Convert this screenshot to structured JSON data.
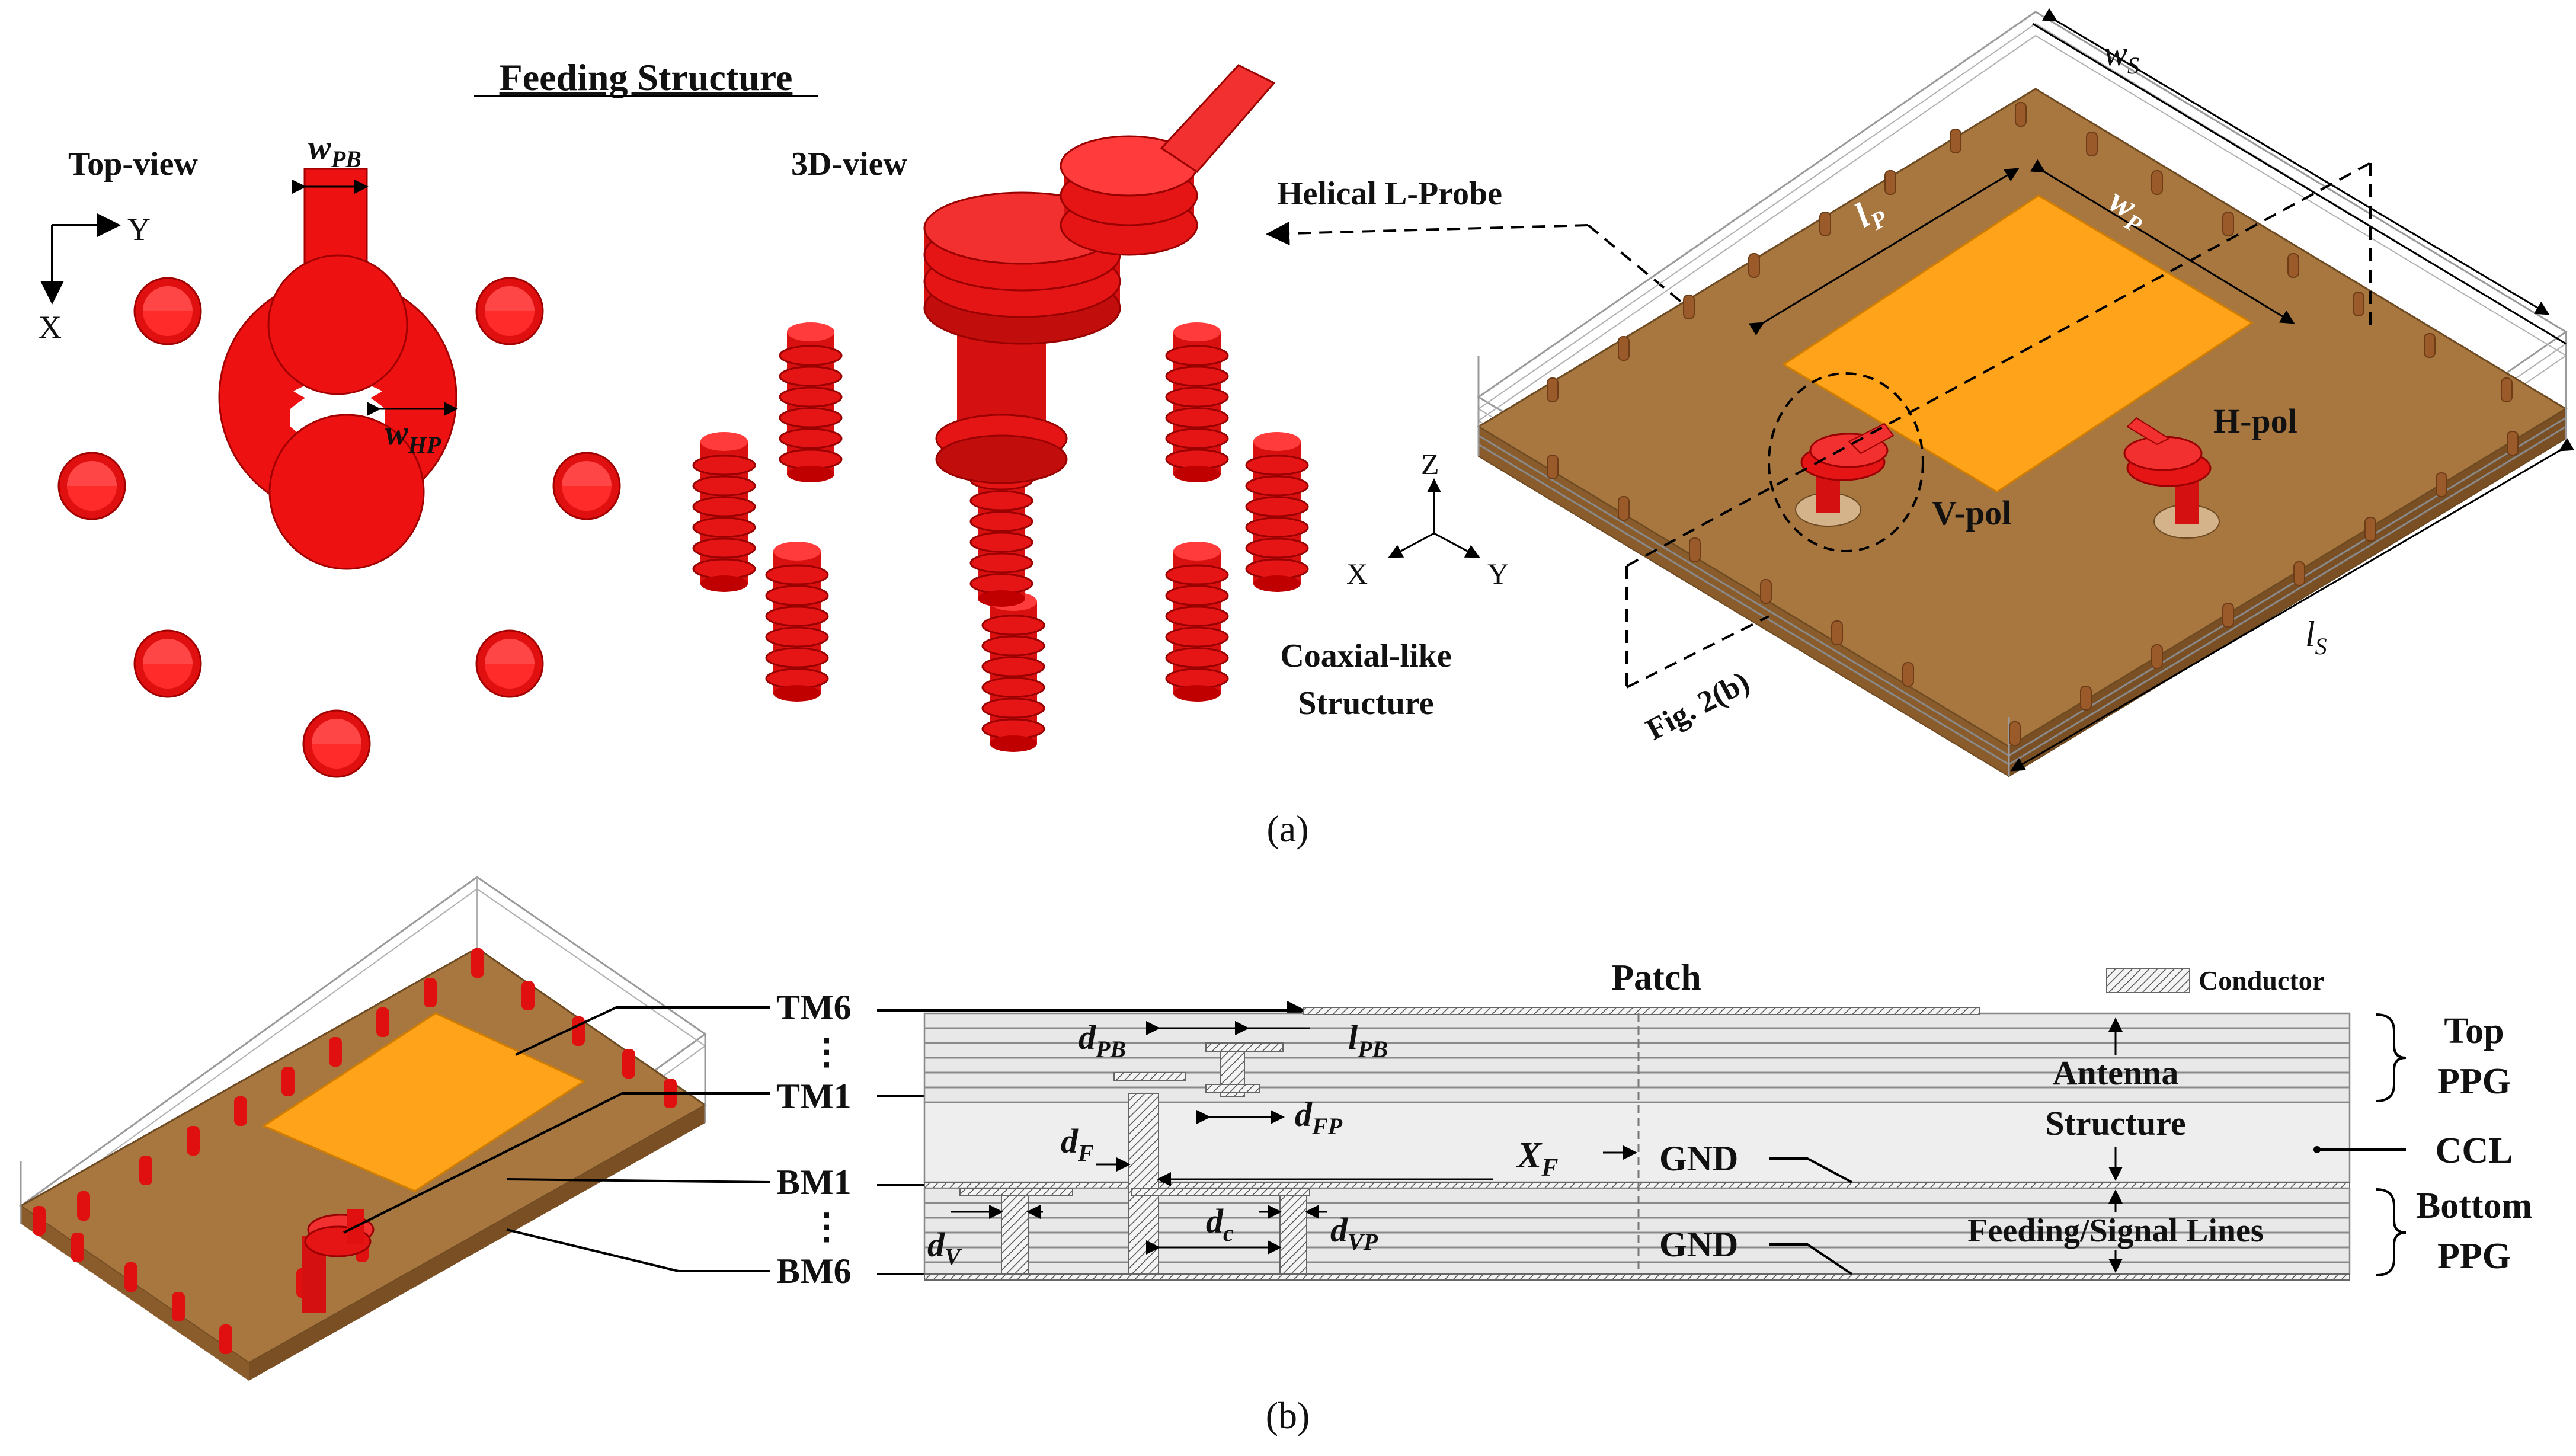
{
  "panel_a": {
    "title": "Feeding Structure",
    "top_view": "Top-view",
    "view_3d": "3D-view",
    "helical_probe": "Helical L-Probe",
    "coaxial_1": "Coaxial-like",
    "coaxial_2": "Structure",
    "w_pb": "w",
    "w_pb_sub": "PB",
    "w_hp": "w",
    "w_hp_sub": "HP",
    "axis_y": "Y",
    "axis_x": "X",
    "axis3d_z": "Z",
    "axis3d_x": "X",
    "axis3d_y": "Y",
    "l_p": "l",
    "l_p_sub": "P",
    "w_p": "w",
    "w_p_sub": "P",
    "w_s": "w",
    "w_s_sub": "S",
    "l_s": "l",
    "l_s_sub": "S",
    "h_pol": "H-pol",
    "v_pol": "V-pol",
    "fig_ref": "Fig. 2(b)",
    "caption": "(a)"
  },
  "panel_b": {
    "tm6": "TM6",
    "tm1": "TM1",
    "bm1": "BM1",
    "bm6": "BM6",
    "patch": "Patch",
    "conductor": "Conductor",
    "top_1": "Top",
    "top_2": "PPG",
    "bottom_1": "Bottom",
    "bottom_2": "PPG",
    "ccl": "CCL",
    "antenna_1": "Antenna",
    "antenna_2": "Structure",
    "feeding": "Feeding/Signal Lines",
    "gnd_1": "GND",
    "gnd_2": "GND",
    "d_pb": "d",
    "d_pb_sub": "PB",
    "l_pb": "l",
    "l_pb_sub": "PB",
    "d_fp": "d",
    "d_fp_sub": "FP",
    "d_f": "d",
    "d_f_sub": "F",
    "x_f": "X",
    "x_f_sub": "F",
    "d_v": "d",
    "d_v_sub": "V",
    "d_c": "d",
    "d_c_sub": "c",
    "d_vp": "d",
    "d_vp_sub": "VP",
    "caption": "(b)"
  },
  "colors": {
    "probe_red": "#ee1111",
    "patch_orange": "#ffa31a",
    "substrate_brown": "#a8773f"
  }
}
